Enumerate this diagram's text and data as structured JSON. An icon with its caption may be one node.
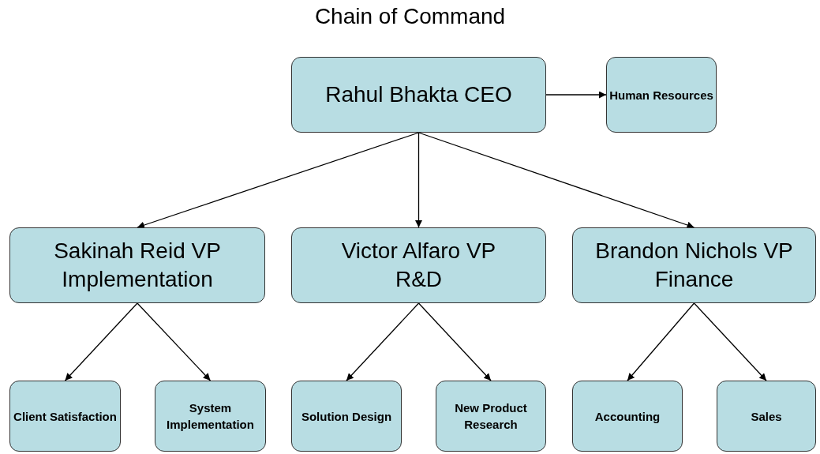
{
  "diagram": {
    "title": "Chain of Command",
    "nodes": [
      {
        "text": [
          "Rahul Bhakta CEO"
        ]
      },
      {
        "text": [
          "Human Resources"
        ]
      },
      {
        "text": [
          "Sakinah Reid VP Implementation"
        ]
      },
      {
        "text": [
          "Victor Alfaro VP R&D"
        ]
      },
      {
        "text": [
          "Brandon Nichols VP Finance"
        ]
      },
      {
        "text": [
          "Client Satisfaction"
        ]
      },
      {
        "text": [
          "System Implementation"
        ]
      },
      {
        "text": [
          "Solution Design"
        ]
      },
      {
        "text": [
          "New Product Research"
        ]
      },
      {
        "text": [
          "Accounting"
        ]
      },
      {
        "text": [
          "Sales"
        ]
      }
    ],
    "edges": [
      {
        "from": 0,
        "to": 1,
        "arrow": "to"
      },
      {
        "from": 0,
        "to": 2,
        "arrow": "to"
      },
      {
        "from": 0,
        "to": 3,
        "arrow": "to"
      },
      {
        "from": 0,
        "to": 4,
        "arrow": "to"
      },
      {
        "from": 2,
        "to": 5,
        "arrow": "to"
      },
      {
        "from": 2,
        "to": 6,
        "arrow": "to"
      },
      {
        "from": 3,
        "to": 7,
        "arrow": "to"
      },
      {
        "from": 3,
        "to": 8,
        "arrow": "to"
      },
      {
        "from": 4,
        "to": 9,
        "arrow": "to"
      },
      {
        "from": 4,
        "to": 10,
        "arrow": "to"
      }
    ]
  }
}
